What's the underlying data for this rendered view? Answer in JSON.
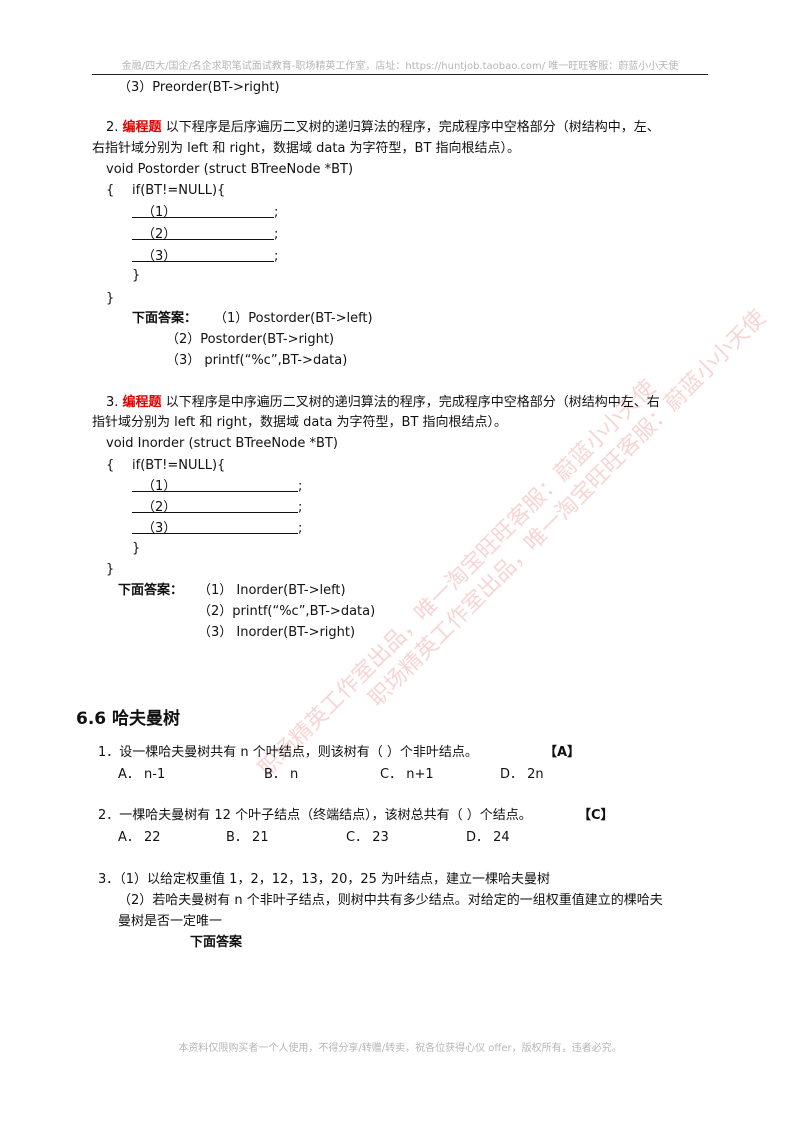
{
  "header": {
    "text": "金融/四大/国企/名企求职笔试面试教育-职场精英工作室，店址：https://huntjob.taobao.com/ 唯一旺旺客服：蔚蓝小小天使"
  },
  "q1_tail": {
    "line": "（3）Preorder(BT->right)"
  },
  "q2": {
    "num": "2.",
    "tag": "编程题",
    "line1": " 以下程序是后序遍历二叉树的递归算法的程序，完成程序中空格部分（树结构中，左、",
    "line2": "右指针域分别为 left 和 right，数据域 data 为字符型，BT 指向根结点）。",
    "code_sig": "void Postorder (struct BTreeNode *BT)",
    "open_brace": "{",
    "if_line": "if(BT!=NULL){",
    "b1": "（1）",
    "b2": "（2）",
    "b3": "（3）",
    "semi": ";",
    "close_inner": "}",
    "close_outer": "}",
    "ans_label": "下面答案：",
    "a1": "（1）Postorder(BT->left)",
    "a2": "（2）Postorder(BT->right)",
    "a3": "（3）  printf(“%c”,BT->data)"
  },
  "q3": {
    "num": "3.",
    "tag": "编程题",
    "line1": " 以下程序是中序遍历二叉树的递归算法的程序，完成程序中空格部分（树结构中左、右",
    "line2": "指针域分别为 left 和 right，数据域 data 为字符型，BT 指向根结点）。",
    "code_sig": "void Inorder (struct BTreeNode *BT)",
    "open_brace": "{",
    "if_line": "if(BT!=NULL){",
    "b1": "（1）",
    "b2": "（2）",
    "b3": "（3）",
    "semi": ";",
    "close_inner": "}",
    "close_outer": "}",
    "ans_label": "下面答案：",
    "a1": "（1）  Inorder(BT->left)",
    "a2": "（2）printf(“%c”,BT->data)",
    "a3": "（3）  Inorder(BT->right)"
  },
  "section": {
    "title": "6.6  哈夫曼树"
  },
  "h1": {
    "stem": "1．设一棵哈夫曼树共有 n 个叶结点，则该树有（      ）个非叶结点。",
    "answer": "【A】",
    "options": [
      "A． n-1",
      "B． n",
      "C． n+1",
      "D． 2n"
    ]
  },
  "h2": {
    "stem": "2．一棵哈夫曼树有 12 个叶子结点（终端结点），该树总共有（    ）个结点。",
    "answer": "【C】",
    "options": [
      "A． 22",
      "B． 21",
      "C． 23",
      "D． 24"
    ]
  },
  "h3": {
    "line1": "3．（1）以给定权重值 1，2，12，13，20，25 为叶结点，建立一棵哈夫曼树",
    "line2": "（2）若哈夫曼树有 n 个非叶子结点，则树中共有多少结点。对给定的一组权重值建立的棵哈夫",
    "line3": "曼树是否一定唯一",
    "ans_label": "下面答案"
  },
  "watermark": {
    "text": "职场精英工作室出品，唯一淘宝旺旺客服：蔚蓝小小天使"
  },
  "footer": {
    "text": "本资料仅限购买者一个人使用，不得分享/转赠/转卖，祝各位获得心仪 offer，版权所有，违者必究。"
  }
}
